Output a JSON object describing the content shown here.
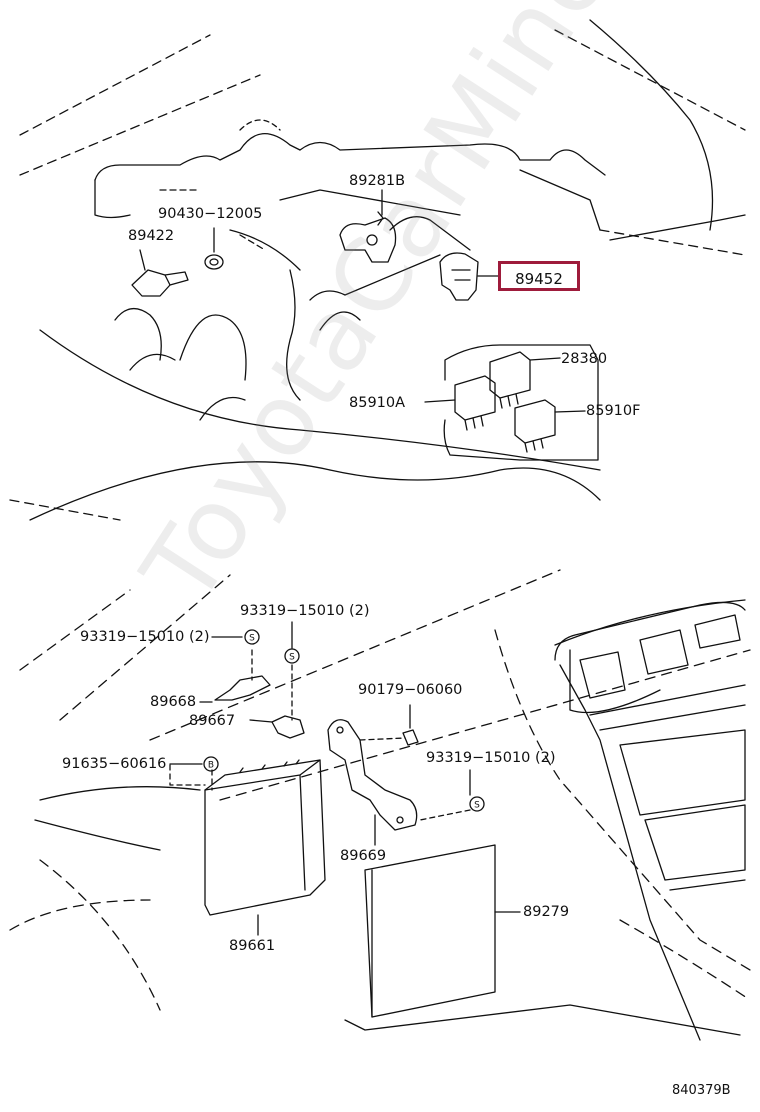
{
  "diagram_id": "840379B",
  "watermark": "ToyotaCarMine.ru",
  "highlight_color": "#9e1b3b",
  "parts": [
    {
      "id": "p89281B",
      "label": "89281B"
    },
    {
      "id": "p90430",
      "label": "90430−12005"
    },
    {
      "id": "p89422",
      "label": "89422"
    },
    {
      "id": "p89452",
      "label": "89452",
      "highlighted": true
    },
    {
      "id": "p28380",
      "label": "28380"
    },
    {
      "id": "p85910A",
      "label": "85910A"
    },
    {
      "id": "p85910F",
      "label": "85910F"
    },
    {
      "id": "p93319a",
      "label": "93319−15010 (2)"
    },
    {
      "id": "p93319b",
      "label": "93319−15010 (2)"
    },
    {
      "id": "p89668",
      "label": "89668"
    },
    {
      "id": "p89667",
      "label": "89667"
    },
    {
      "id": "p90179",
      "label": "90179−06060"
    },
    {
      "id": "p93319c",
      "label": "93319−15010 (2)"
    },
    {
      "id": "p91635",
      "label": "91635−60616"
    },
    {
      "id": "p89669",
      "label": "89669"
    },
    {
      "id": "p89279",
      "label": "89279"
    },
    {
      "id": "p89661",
      "label": "89661"
    }
  ],
  "callout_letters": {
    "s": "S",
    "b": "B"
  }
}
